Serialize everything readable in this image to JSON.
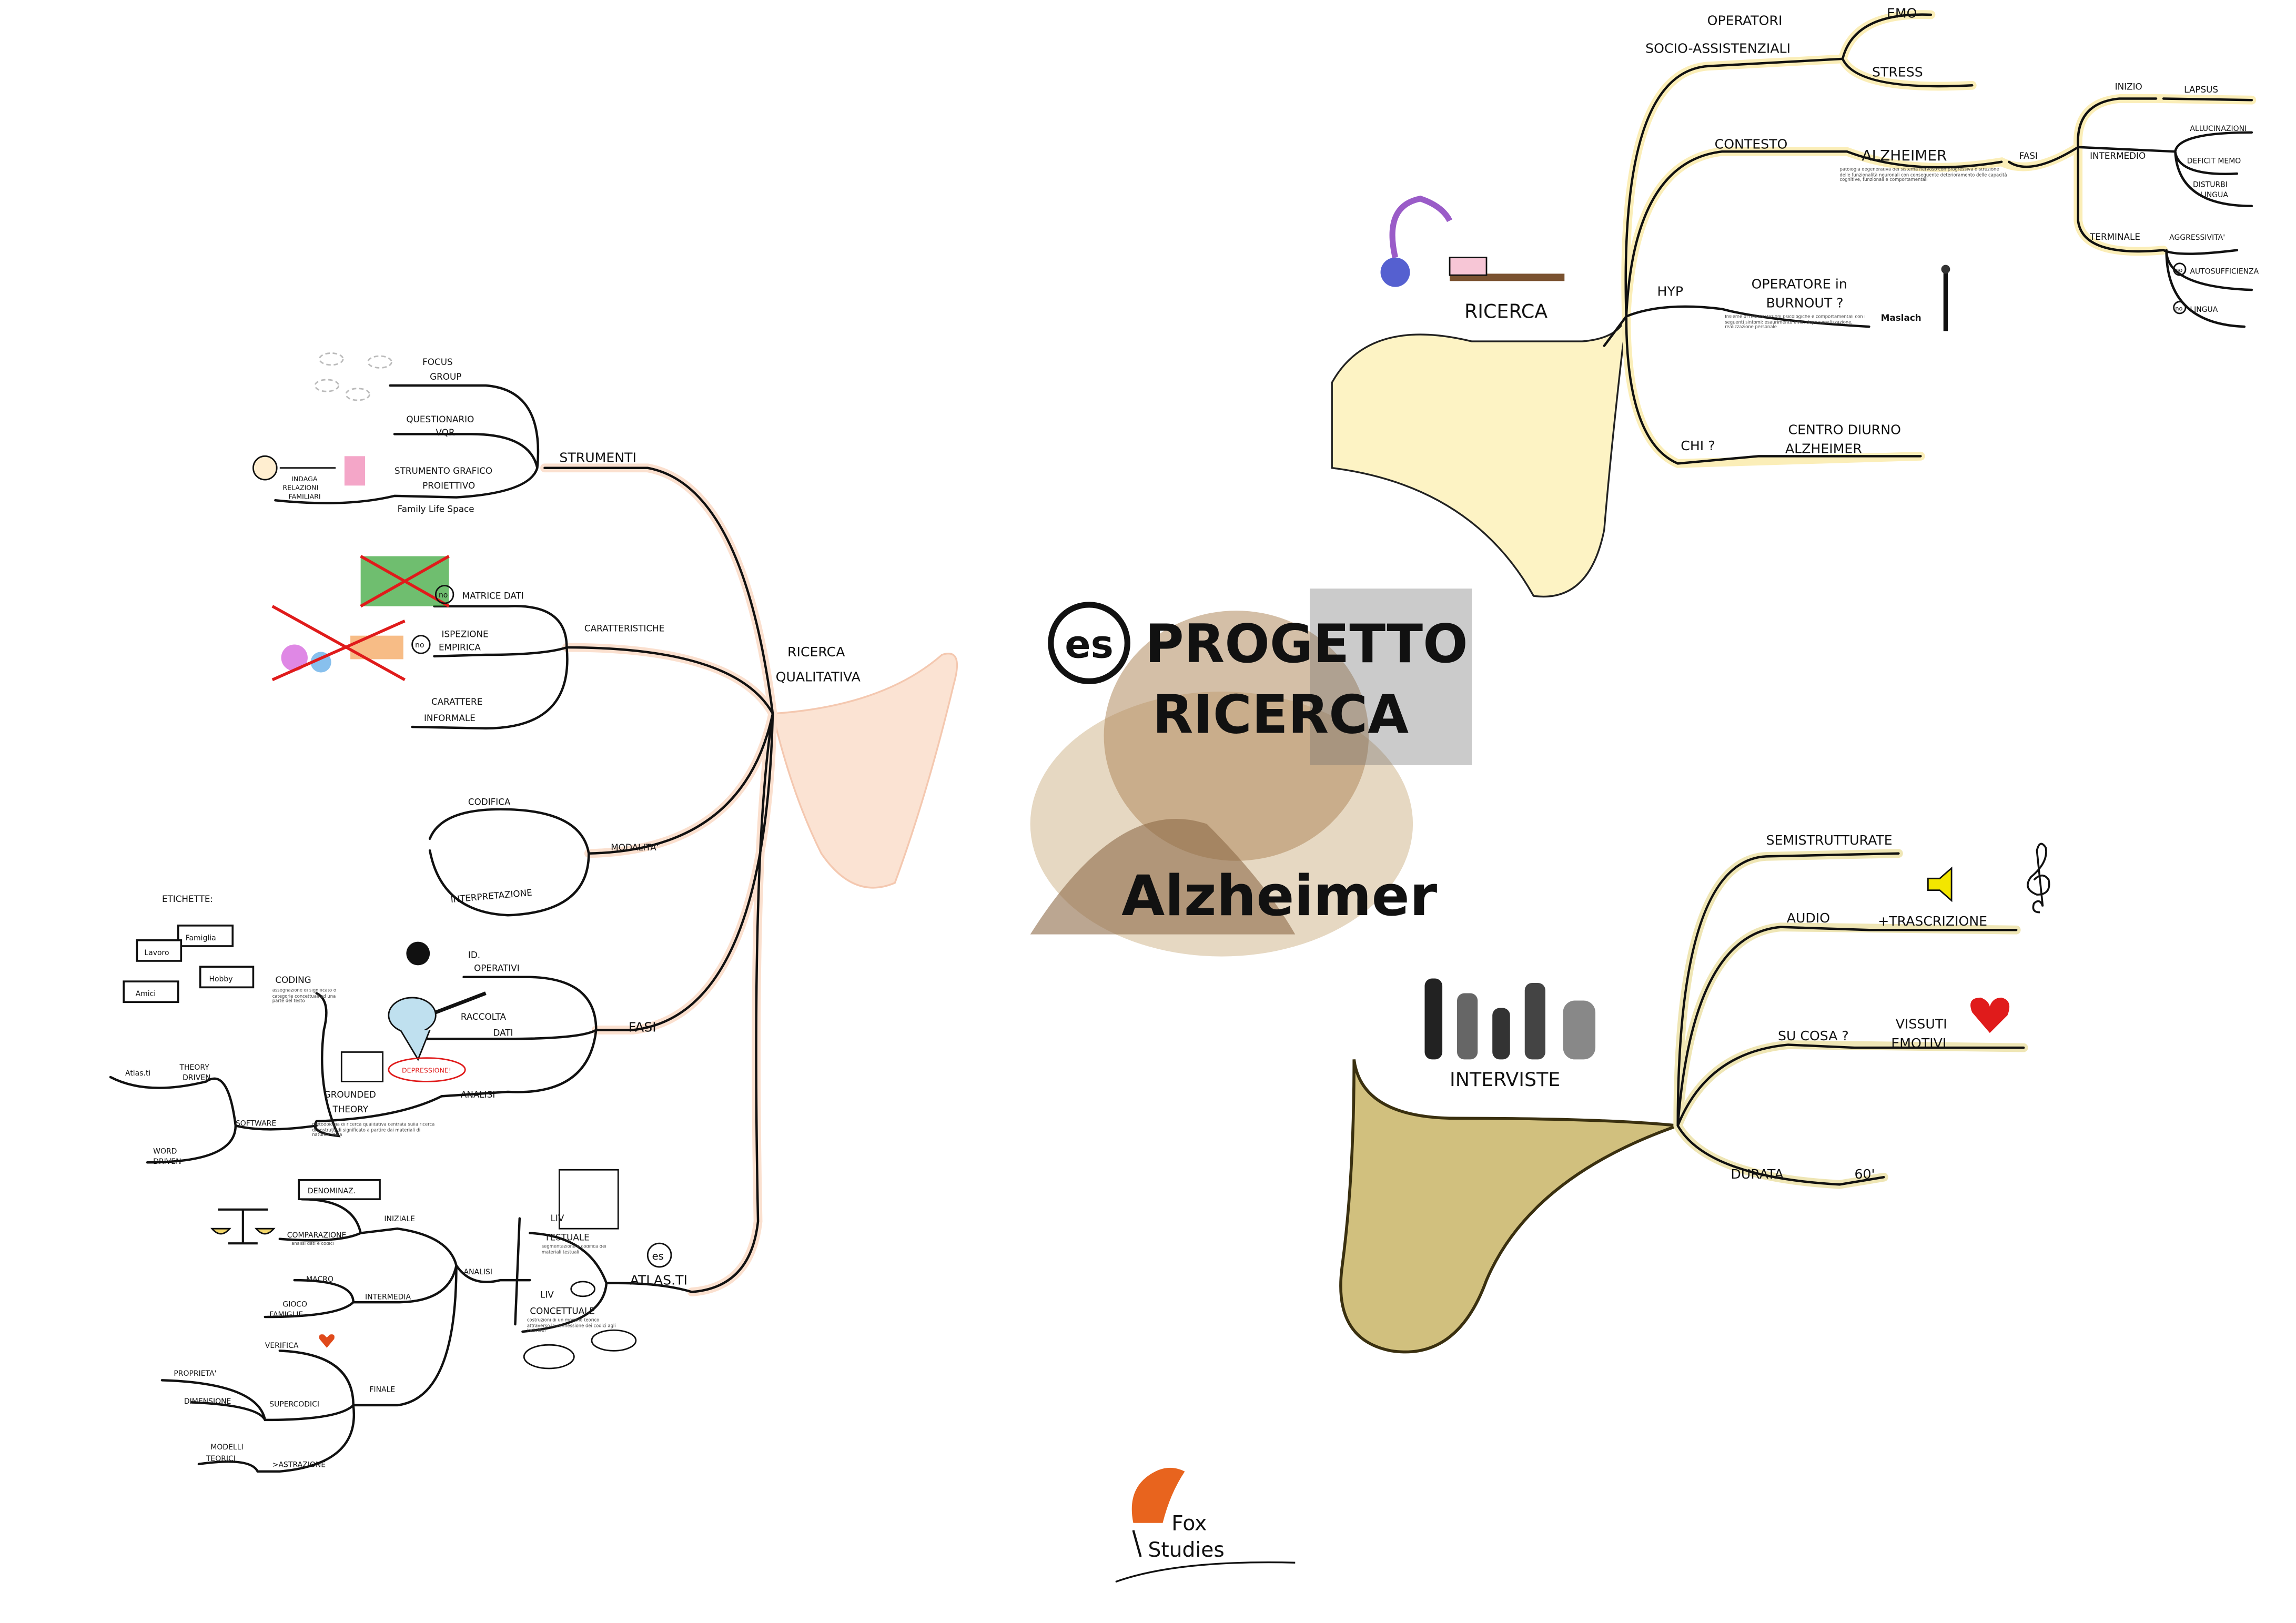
{
  "center": {
    "logo": "es",
    "title_line1": "PROGETTO",
    "title_line2": "RICERCA",
    "subtitle": "Alzheimer"
  },
  "colors": {
    "ricerca": "#fdf3c4",
    "interviste": "#d1c07e",
    "qualitativa": "#fbe3d3",
    "accent_red": "#e01b1b"
  },
  "ricerca": {
    "label": "RICERCA",
    "operatori": {
      "label1": "OPERATORI",
      "label2": "SOCIO-ASSISTENZIALI",
      "children": [
        "EMO",
        "STRESS"
      ]
    },
    "contesto": {
      "label": "CONTESTO",
      "alzheimer": "ALZHEIMER",
      "alzheimer_note": "patologia degenerativa del sistema nervoso con progressiva distruzione delle funzionalità neuronali con conseguente deterioramento delle capacità cognitive, funzionali e comportamentali",
      "fasi": "FASI",
      "inizio": {
        "label": "INIZIO",
        "children": [
          "LAPSUS"
        ]
      },
      "intermedio": {
        "label": "INTERMEDIO",
        "children": [
          "ALLUCINAZIONI",
          "DEFICIT MEMO",
          "DISTURBI",
          "LINGUA"
        ]
      },
      "terminale": {
        "label": "TERMINALE",
        "children": [
          "AGGRESSIVITA'",
          "AUTOSUFFICIENZA",
          "LINGUA"
        ],
        "no": "no"
      }
    },
    "hyp": {
      "label": "HYP",
      "text1": "OPERATORE in",
      "text2": "BURNOUT ?",
      "note": "Insieme di manifestazioni psicologiche e comportamentali con i seguenti sintomi: esaurimento emo, depersonalizzazione, realizzazione personale",
      "maslach": "Maslach"
    },
    "chi": {
      "label": "CHI ?",
      "text1": "CENTRO DIURNO",
      "text2": "ALZHEIMER"
    }
  },
  "interviste": {
    "label": "INTERVISTE",
    "items": [
      "SEMISTRUTTURATE",
      "AUDIO",
      "+TRASCRIZIONE",
      "SU COSA ?",
      "VISSUTI",
      "EMOTIVI",
      "DURATA",
      "60'"
    ]
  },
  "qualitativa": {
    "label1": "RICERCA",
    "label2": "QUALITATIVA",
    "strumenti": {
      "label": "STRUMENTI",
      "focus1": "FOCUS",
      "focus2": "GROUP",
      "quest1": "QUESTIONARIO",
      "quest2": "VQR",
      "graf1": "STRUMENTO GRAFICO",
      "graf2": "PROIETTIVO",
      "fls": "Family Life Space",
      "indaga1": "INDAGA",
      "indaga2": "RELAZIONI",
      "indaga3": "FAMILIARI"
    },
    "caratteristiche": {
      "label": "CARATTERISTICHE",
      "matrice": "MATRICE DATI",
      "isp1": "ISPEZIONE",
      "isp2": "EMPIRICA",
      "car1": "CARATTERE",
      "car2": "INFORMALE",
      "no": "no"
    },
    "modalita": {
      "label": "MODALITA'",
      "codifica": "CODIFICA",
      "interpretazione": "INTERPRETAZIONE"
    },
    "fasi": {
      "label": "FASI",
      "id1": "ID.",
      "id2": "OPERATIVI",
      "racc1": "RACCOLTA",
      "racc2": "DATI",
      "analisi": "ANALISI",
      "depressione": "DEPRESSIONE!",
      "gt1": "GROUNDED",
      "gt2": "THEORY",
      "gt_note": "metodologia di ricerca qualitativa centrata sulla ricerca di costrutti di significato a partire dai materiali di natura clinica",
      "coding": "CODING",
      "coding_note": "assegnazione di significato o categorie concettuali ad una parte del testo",
      "software": "SOFTWARE",
      "td1": "THEORY",
      "td2": "DRIVEN",
      "atlas": "Atlas.ti",
      "wd1": "WORD",
      "wd2": "DRIVEN",
      "etichette": "ETICHETTE:",
      "tags": [
        "Famiglia",
        "Lavoro",
        "Hobby",
        "Amici"
      ]
    },
    "analisi": {
      "label": "ANALISI",
      "atlas": "ATLAS.TI",
      "logo": "es",
      "lt1": "LIV",
      "lt2": "TESTUALE",
      "lt_note": "segmentazione e codifica dei materiali testuali",
      "lc1": "LIV",
      "lc2": "CONCETTUALE",
      "lc_note": "costruzioni di un modello teorico attraverso la connessione dei codici agli individui",
      "iniziale": "INIZIALE",
      "denominaz": "DENOMINAZ.",
      "comparazione": "COMPARAZIONE",
      "comp_note": "analisi dati e codici",
      "intermedia": "INTERMEDIA",
      "macro": "MACRO",
      "gioco1": "GIOCO",
      "gioco2": "FAMIGLIE",
      "finale": "FINALE",
      "verifica": "VERIFICA",
      "supercodici": "SUPERCODICI",
      "proprieta": "PROPRIETA'",
      "dimensione": "DIMENSIONE",
      "mod1": "MODELLI",
      "mod2": "TEORICI",
      "astrazione": ">ASTRAZIONE"
    }
  },
  "footer": {
    "brand1": "Fox",
    "brand2": "Studies"
  }
}
